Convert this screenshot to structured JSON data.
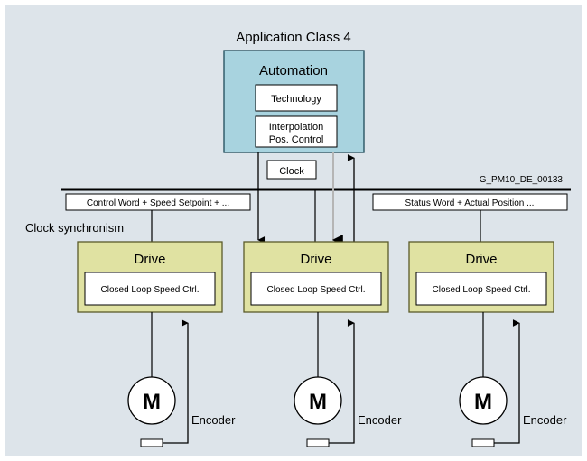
{
  "title": "Application Class 4",
  "figure_id": "G_PM10_DE_00133",
  "automation": {
    "label": "Automation",
    "technology": "Technology",
    "interpolation_line1": "Interpolation",
    "interpolation_line2": "Pos. Control"
  },
  "bus": {
    "clock": "Clock",
    "control_word": "Control Word + Speed Setpoint + ...",
    "status_word": "Status Word + Actual Position ...",
    "clock_sync": "Clock synchronism"
  },
  "drives": [
    {
      "label": "Drive",
      "controller": "Closed Loop Speed Ctrl.",
      "motor": "M",
      "encoder": "Encoder"
    },
    {
      "label": "Drive",
      "controller": "Closed Loop Speed Ctrl.",
      "motor": "M",
      "encoder": "Encoder"
    },
    {
      "label": "Drive",
      "controller": "Closed Loop Speed Ctrl.",
      "motor": "M",
      "encoder": "Encoder"
    }
  ],
  "colors": {
    "background": "#dde4ea",
    "automation_fill": "#a8d3df",
    "drive_fill": "#e0e2a2",
    "drive_border": "#5a5a2a",
    "line": "#000000",
    "ghost_arrow": "#b5b5b5"
  }
}
